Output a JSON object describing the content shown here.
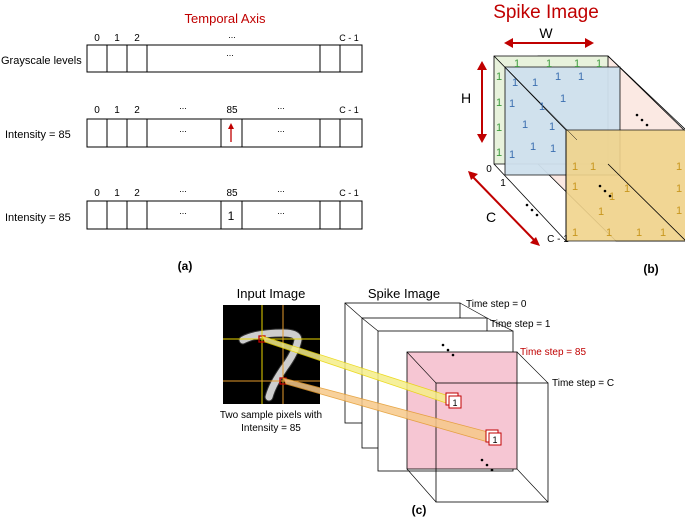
{
  "panel_a": {
    "title": "Temporal Axis",
    "indices": [
      "0",
      "1",
      "2",
      "C - 1"
    ],
    "ellipsis": "...",
    "rows": [
      {
        "label": "Grayscale levels"
      },
      {
        "label": "Intensity = 85",
        "marker_index": "85"
      },
      {
        "label": "Intensity = 85",
        "marker_index": "85",
        "cell_value": "1"
      }
    ],
    "caption": "(a)"
  },
  "panel_b": {
    "title": "Spike Image",
    "w_label": "W",
    "h_label": "H",
    "c_label": "C",
    "zero_label": "0",
    "one_label": "1",
    "cm1_label": "C - 1",
    "spike_value": "1",
    "caption": "(b)"
  },
  "panel_c": {
    "input_title": "Input Image",
    "spike_title": "Spike Image",
    "sample_note_line1": "Two sample pixels with",
    "sample_note_line2": "Intensity = 85",
    "time_steps": [
      "Time step = 0",
      "Time step = 1",
      "Time step = 85",
      "Time step = C"
    ],
    "pixel_value": "1",
    "caption": "(c)"
  },
  "colors": {
    "title_red": "#c00000",
    "arrow_red": "#c00000",
    "green": "#3c9a3c",
    "blue": "#3b6fb0",
    "orange": "#c8961e",
    "pink_fill": "#f6c6d3",
    "yellow_line": "#e8d400",
    "orange_line": "#e39a2c"
  }
}
